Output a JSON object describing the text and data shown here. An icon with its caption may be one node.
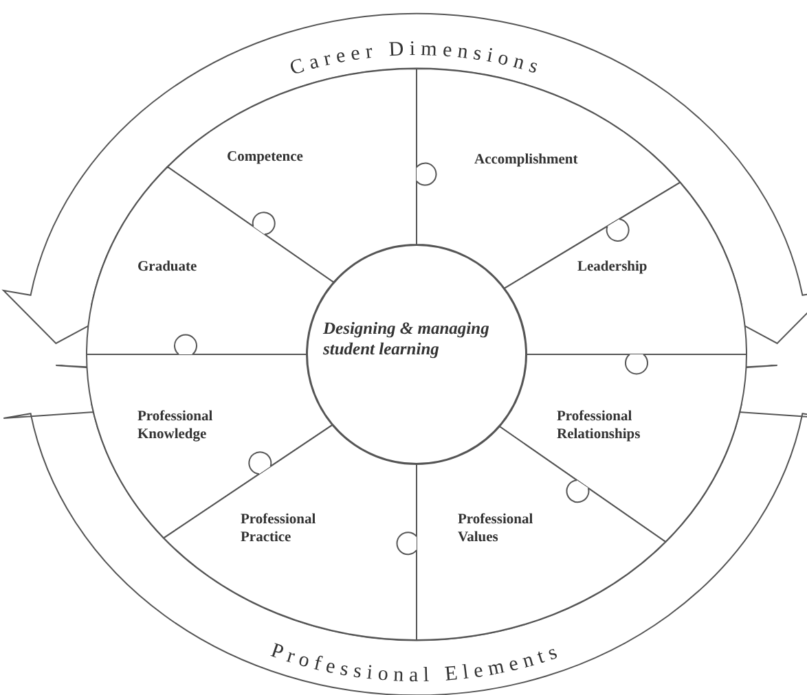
{
  "diagram": {
    "nodes": [
      {
        "text": [
          "Career Dimensions"
        ]
      },
      {
        "text": [
          "Competence"
        ]
      },
      {
        "text": [
          "Accomplishment"
        ]
      },
      {
        "text": [
          "Graduate"
        ]
      },
      {
        "text": [
          "Leadership"
        ]
      },
      {
        "text": [
          "Designing & managing student learning"
        ]
      },
      {
        "text": [
          "Professional Knowledge"
        ]
      },
      {
        "text": [
          "Professional Relationships"
        ]
      },
      {
        "text": [
          "Professional Practice"
        ]
      },
      {
        "text": [
          "Professional Values"
        ]
      },
      {
        "text": [
          "Professional Elements"
        ]
      }
    ]
  }
}
